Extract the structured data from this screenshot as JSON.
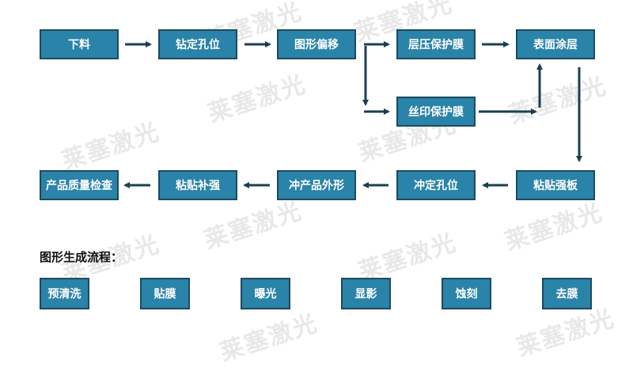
{
  "colors": {
    "node_fill": "#2a83a8",
    "node_border": "#1d4a5f",
    "node_text": "#ffffff",
    "arrow": "#1a3f52",
    "watermark": "#e8e8e8"
  },
  "watermark_text": "莱塞激光",
  "main_flow": {
    "nodes": {
      "n1": "下料",
      "n2": "钻定孔位",
      "n3": "图形偏移",
      "n4": "层压保护膜",
      "n5": "表面涂层",
      "n6": "丝印保护膜",
      "n7": "粘贴强板",
      "n8": "冲定孔位",
      "n9": "冲产品外形",
      "n10": "粘贴补强",
      "n11": "产品质量检查"
    }
  },
  "graphic_process": {
    "title": "图形生成流程：",
    "steps": [
      "预清洗",
      "贴膜",
      "曝光",
      "显影",
      "蚀刻",
      "去膜"
    ]
  }
}
